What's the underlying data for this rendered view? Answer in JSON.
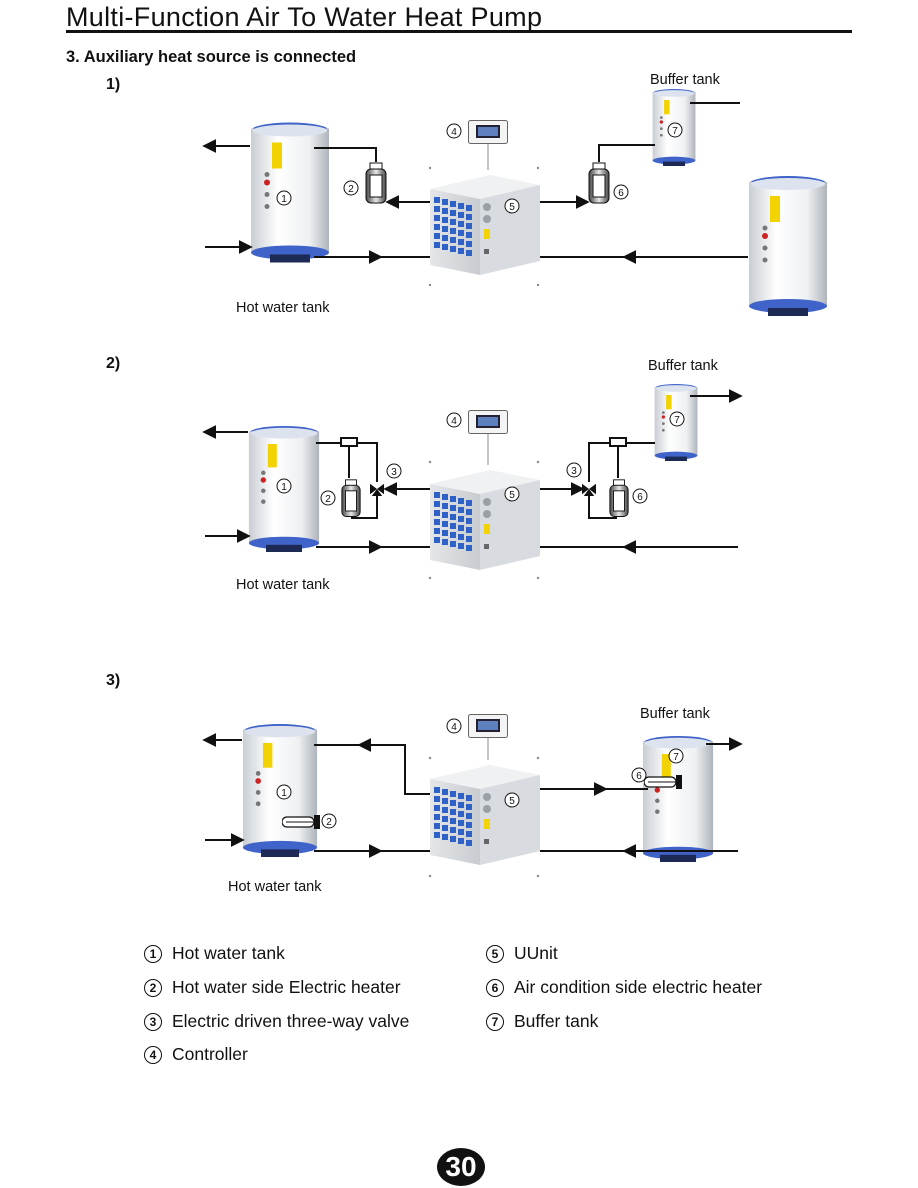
{
  "header": {
    "title": "Multi-Function Air To Water Heat Pump"
  },
  "section": {
    "heading": "3. Auxiliary heat source is connected"
  },
  "diagrams": [
    {
      "step": "1)",
      "hot_tank_label": "Hot water tank",
      "buffer_label": "Buffer  tank"
    },
    {
      "step": "2)",
      "hot_tank_label": "Hot water tank",
      "buffer_label": "Buffer  tank"
    },
    {
      "step": "3)",
      "hot_tank_label": "Hot water tank",
      "buffer_label": "Buffer  tank"
    }
  ],
  "callouts": [
    "1",
    "2",
    "3",
    "4",
    "5",
    "6",
    "7"
  ],
  "legend": [
    {
      "num": "1",
      "text": "Hot water tank"
    },
    {
      "num": "2",
      "text": "Hot water side Electric heater"
    },
    {
      "num": "3",
      "text": "Electric driven three-way valve"
    },
    {
      "num": "4",
      "text": "Controller"
    },
    {
      "num": "5",
      "text": "UUnit"
    },
    {
      "num": "6",
      "text": "Air condition side electric heater"
    },
    {
      "num": "7",
      "text": "Buffer  tank"
    }
  ],
  "page": {
    "number": "30"
  }
}
